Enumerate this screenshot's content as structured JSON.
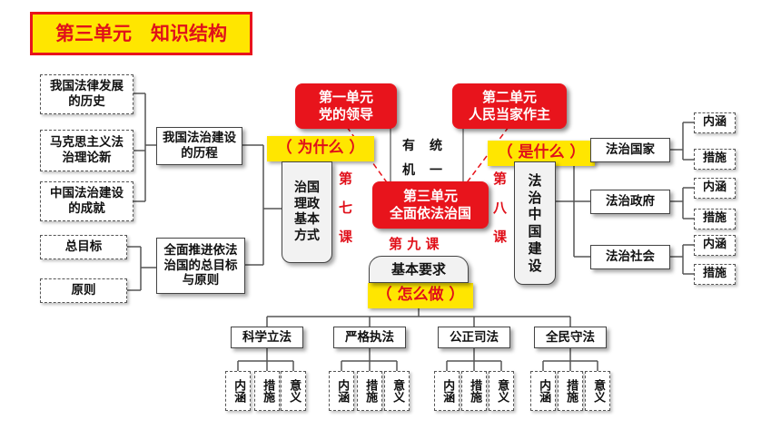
{
  "title": "第三单元　知识结构",
  "units": {
    "unit1": [
      "第一单元",
      "党的领导"
    ],
    "unit2": [
      "第二单元",
      "人民当家作主"
    ],
    "unit3": [
      "第三单元",
      "全面依法治国"
    ]
  },
  "center_text": {
    "you": "有",
    "ji": "机",
    "tong": "统",
    "yi": "一"
  },
  "lessons": {
    "l7": {
      "di": "第",
      "num": "七",
      "ke": "课"
    },
    "l8": {
      "di": "第",
      "num": "八",
      "ke": "课"
    },
    "l9": "第 九 课"
  },
  "questions": {
    "why": "（ 为什么 ）",
    "what": "（ 是什么 ）",
    "how": "（ 怎么做 ）"
  },
  "left_tree": {
    "history_items": [
      "我国法律发展的历史",
      "马克思主义法治理论新",
      "中国法治建设的成就"
    ],
    "history_hub": "我国法治建设的历程",
    "principle_items": [
      "总目标",
      "原则"
    ],
    "principle_hub": "全面推进依法治国的总目标与原则",
    "core": "治国理政基本方式"
  },
  "right_tree": {
    "core": "法治中国建设",
    "branches": [
      {
        "label": "法治国家",
        "subs": [
          "内涵",
          "措施"
        ]
      },
      {
        "label": "法治政府",
        "subs": [
          "内涵",
          "措施"
        ]
      },
      {
        "label": "法治社会",
        "subs": [
          "内涵",
          "措施"
        ]
      }
    ]
  },
  "bottom_tree": {
    "root": "基本要求",
    "branches": [
      {
        "label": "科学立法",
        "subs": [
          "内涵",
          "措施",
          "意义"
        ]
      },
      {
        "label": "严格执法",
        "subs": [
          "内涵",
          "措施",
          "意义"
        ]
      },
      {
        "label": "公正司法",
        "subs": [
          "内涵",
          "措施",
          "意义"
        ]
      },
      {
        "label": "全民守法",
        "subs": [
          "内涵",
          "措施",
          "意义"
        ]
      }
    ]
  },
  "colors": {
    "accent": "#e8141c",
    "highlight": "#ffe600",
    "line": "#555555"
  }
}
